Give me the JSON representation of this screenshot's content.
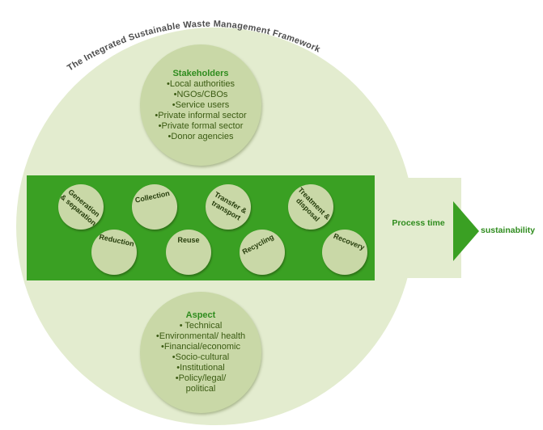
{
  "framework_title": "The Integrated Sustainable Waste Management Framework",
  "stakeholders": {
    "title": "Stakeholders",
    "items": [
      "•Local authorities",
      "•NGOs/CBOs",
      "•Service users",
      "•Private informal sector",
      "•Private formal sector",
      "•Donor agencies"
    ]
  },
  "elements": {
    "top": [
      "Generation & separation",
      "Collection",
      "Transfer & transport",
      "Treatment & disposal"
    ],
    "bottom": [
      "Reduction",
      "Reuse",
      "Recycling",
      "Recovery"
    ]
  },
  "process_label": "Process time",
  "sustainability_label": "sustainability",
  "aspect": {
    "title": "Aspect",
    "items": [
      "• Technical",
      "•Environmental/ health",
      "•Financial/economic",
      "•Socio-cultural",
      "•Institutional",
      "•Policy/legal/ political"
    ]
  },
  "colors": {
    "band_green": "#3aa023",
    "light_green": "#e3eccf",
    "circle_green": "#c9d8a7",
    "text_green": "#2f8c1e"
  }
}
